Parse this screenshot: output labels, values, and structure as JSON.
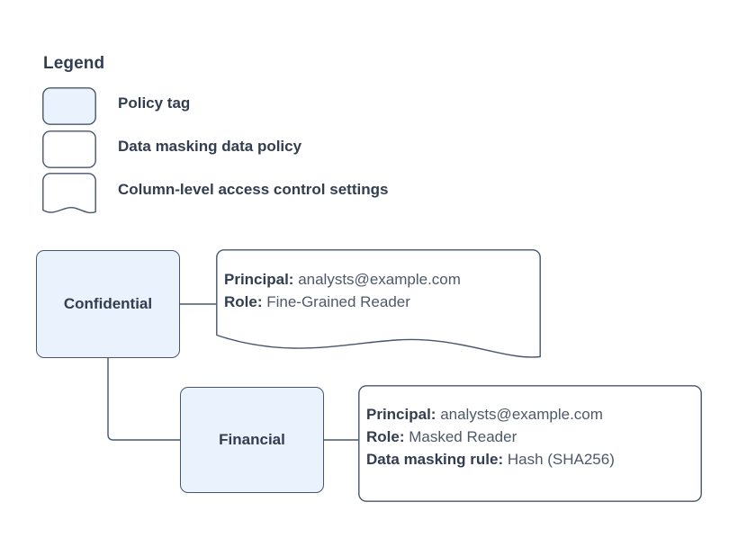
{
  "legend": {
    "title": "Legend",
    "items": [
      {
        "shape": "rounded-rect-filled",
        "label": "Policy tag"
      },
      {
        "shape": "rounded-rect",
        "label": "Data masking data policy"
      },
      {
        "shape": "document-wave",
        "label": "Column-level access control settings"
      }
    ]
  },
  "nodes": [
    {
      "id": "confidential",
      "label": "Confidential"
    },
    {
      "id": "financial",
      "label": "Financial"
    }
  ],
  "callouts": [
    {
      "id": "confidential-settings",
      "shape": "document-wave",
      "lines": [
        {
          "key": "Principal:",
          "value": " analysts@example.com"
        },
        {
          "key": "Role:",
          "value": " Fine-Grained Reader"
        }
      ]
    },
    {
      "id": "financial-policy",
      "shape": "rounded-rect",
      "lines": [
        {
          "key": "Principal:",
          "value": " analysts@example.com"
        },
        {
          "key": "Role:",
          "value": " Masked Reader"
        },
        {
          "key": "Data masking rule:",
          "value": " Hash (SHA256)"
        }
      ]
    }
  ],
  "edges": [
    {
      "from": "confidential",
      "to": "confidential-settings"
    },
    {
      "from": "confidential",
      "to": "financial"
    },
    {
      "from": "financial",
      "to": "financial-policy"
    }
  ],
  "colors": {
    "policy_tag_fill": "#eaf2fd",
    "stroke": "#47566b",
    "text": "#323d4f",
    "text_value": "#4d5869",
    "background": "#ffffff"
  }
}
